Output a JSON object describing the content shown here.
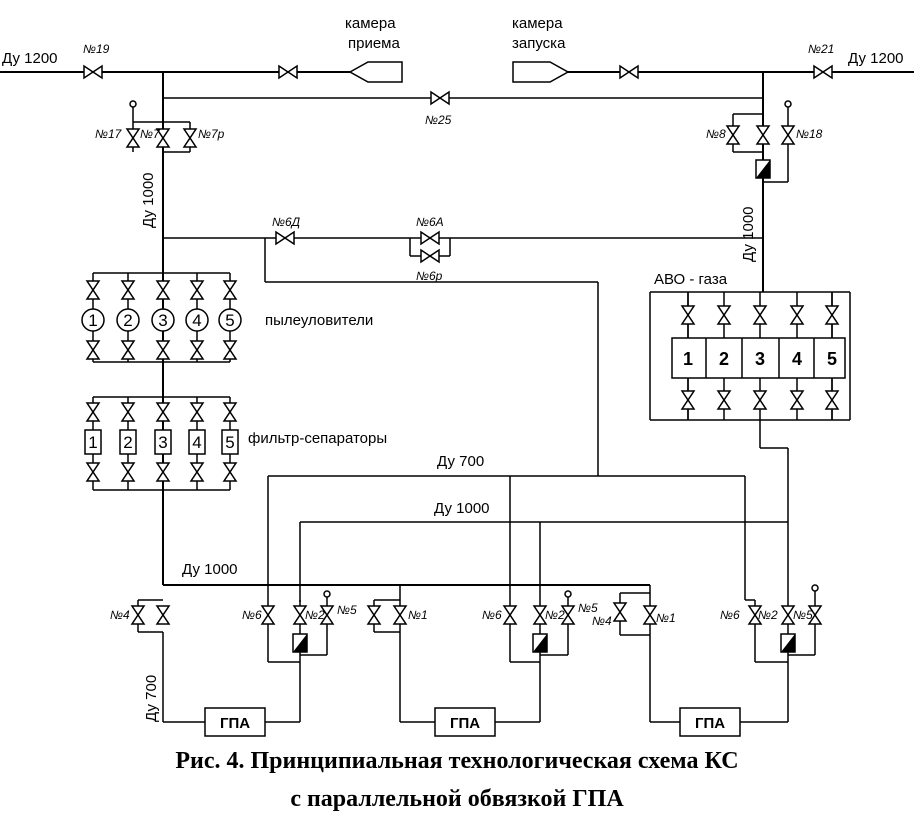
{
  "labels": {
    "du1200_left": "Ду 1200",
    "du1200_right": "Ду 1200",
    "kamera_priema_1": "камера",
    "kamera_priema_2": "приема",
    "kamera_zapuska_1": "камера",
    "kamera_zapuska_2": "запуска",
    "du1000_left": "Ду 1000",
    "du1000_right": "Ду 1000",
    "pyleuloviteli": "пылеуловители",
    "filtr": "фильтр-сепараторы",
    "avo": "АВО - газа",
    "du700_top": "Ду 700",
    "du1000_mid": "Ду 1000",
    "du1000_low": "Ду 1000",
    "du700_left": "Ду 700"
  },
  "valves": {
    "n19": "№19",
    "n21": "№21",
    "n25": "№25",
    "n17": "№17",
    "n7": "№7",
    "n7p": "№7р",
    "n8": "№8",
    "n18": "№18",
    "n6d": "№6Д",
    "n6a": "№6А",
    "n6p": "№6р",
    "u1_n4": "№4",
    "u1_n6": "№6",
    "u1_n2": "№2",
    "u1_n5": "№5",
    "u2_n1": "№1",
    "u2_n6": "№6",
    "u2_n2": "№2",
    "u2_n5": "№5",
    "u3_n4": "№4",
    "u3_n1": "№1",
    "u3_n6": "№6",
    "u3_n2": "№2",
    "u3_n5": "№5"
  },
  "dust_numbers": [
    "1",
    "2",
    "3",
    "4",
    "5"
  ],
  "filter_numbers": [
    "1",
    "2",
    "3",
    "4",
    "5"
  ],
  "avo_numbers": [
    "1",
    "2",
    "3",
    "4",
    "5"
  ],
  "units": [
    "ГПА",
    "ГПА",
    "ГПА"
  ],
  "caption": {
    "line1": "Рис. 4. Принципиальная технологическая схема КС",
    "line2": "с параллельной обвязкой ГПА"
  }
}
